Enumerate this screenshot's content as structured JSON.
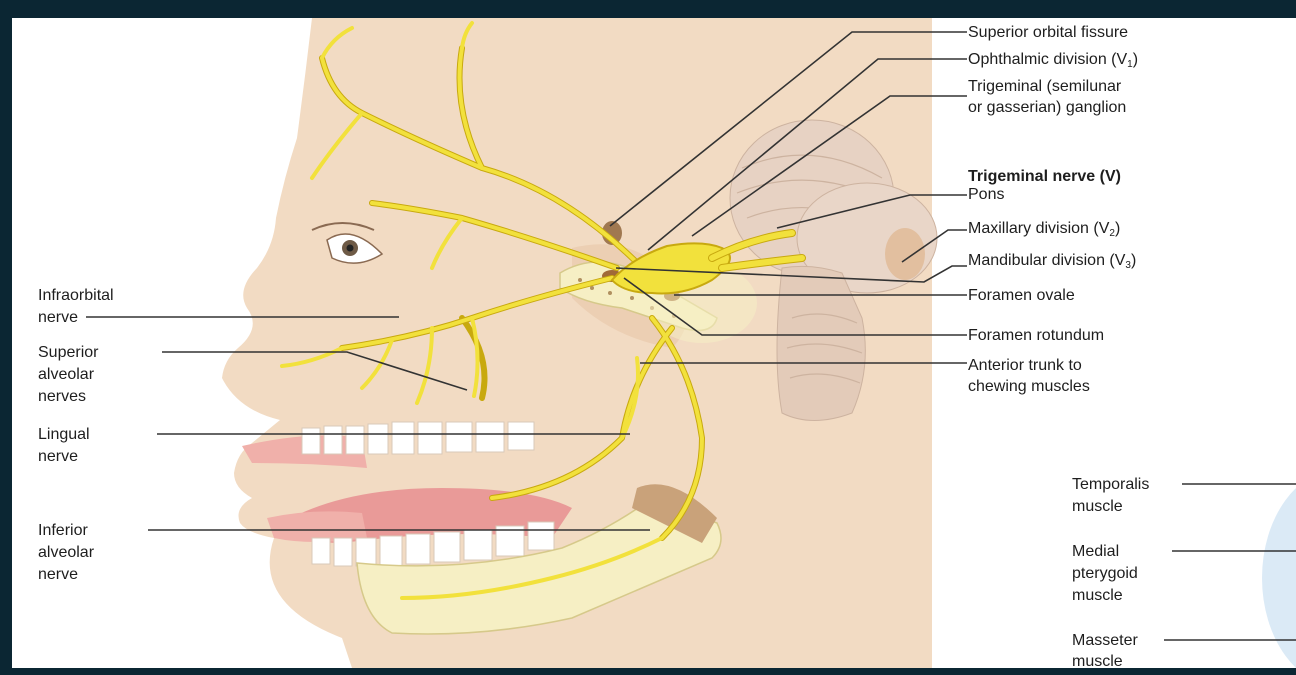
{
  "colors": {
    "background": "#0b2633",
    "panel": "#ffffff",
    "skin": "#f2dbc3",
    "skin_shadow": "#eac9a8",
    "nerve": "#f2e13c",
    "nerve_edge": "#c8a90f",
    "bone": "#f6efc4",
    "brainstem": "#e7d2c3",
    "gum": "#f0b0aa",
    "tongue": "#e99a98",
    "muscle_blue": "#dbeaf6",
    "leader_line": "#333333"
  },
  "labels_right": {
    "superior_orbital_fissure": "Superior orbital fissure",
    "ophthalmic_division": {
      "text": "Ophthalmic division (V",
      "sub": "1",
      "close": ")"
    },
    "trigeminal_ganglion_line1": "Trigeminal (semilunar",
    "trigeminal_ganglion_line2": "or gasserian) ganglion",
    "trigeminal_nerve": "Trigeminal nerve (V)",
    "pons": "Pons",
    "maxillary_division": {
      "text": "Maxillary division (V",
      "sub": "2",
      "close": ")"
    },
    "mandibular_division": {
      "text": "Mandibular division (V",
      "sub": "3",
      "close": ")"
    },
    "foramen_ovale": "Foramen ovale",
    "foramen_rotundum": "Foramen rotundum",
    "anterior_trunk_line1": "Anterior trunk to",
    "anterior_trunk_line2": "chewing muscles"
  },
  "labels_left": {
    "infraorbital_line1": "Infraorbital",
    "infraorbital_line2": "nerve",
    "superior_alveolar_line1": "Superior",
    "superior_alveolar_line2": "alveolar",
    "superior_alveolar_line3": "nerves",
    "lingual_line1": "Lingual",
    "lingual_line2": "nerve",
    "inferior_alveolar_line1": "Inferior",
    "inferior_alveolar_line2": "alveolar",
    "inferior_alveolar_line3": "nerve"
  },
  "labels_muscles": {
    "temporalis_line1": "Temporalis",
    "temporalis_line2": "muscle",
    "medial_pterygoid_line1": "Medial",
    "medial_pterygoid_line2": "pterygoid",
    "medial_pterygoid_line3": "muscle",
    "masseter_line1": "Masseter",
    "masseter_line2": "muscle"
  }
}
